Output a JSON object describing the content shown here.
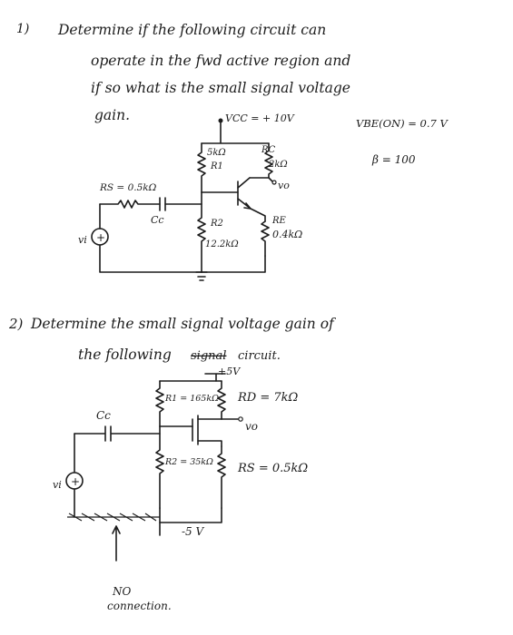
{
  "problem1": {
    "number": "1)",
    "line1": "Determine if the following circuit can",
    "line2": "operate in the fwd active region and",
    "line3": "if so what is the small signal voltage",
    "line4": "gain.",
    "vcc": "VCC = + 10V",
    "r1_value": "5kΩ",
    "r1_label": "R1",
    "rc_label": "RC",
    "rc_value": "2kΩ",
    "vo": "vo",
    "rs_label": "RS = 0.5kΩ",
    "cc": "Cc",
    "r2_label": "R2",
    "r2_value": "12.2kΩ",
    "re_label": "RE",
    "re_value": "0.4kΩ",
    "vi": "vi",
    "vbe_on": "VBE(ON) = 0.7 V",
    "beta": "β = 100"
  },
  "problem2": {
    "number": "2)",
    "line1": "Determine the small signal voltage gain of",
    "line2": "the following",
    "line2_scribble": "signal",
    "line2_end": "circuit.",
    "vplus": "+5V",
    "r1": "R1 = 165kΩ",
    "rd": "RD = 7kΩ",
    "vo": "vo",
    "cc": "Cc",
    "r2": "R2 = 35kΩ",
    "rs": "RS = 0.5kΩ",
    "vi": "vi",
    "vminus": "-5 V",
    "no1": "NO",
    "no2": "connection."
  }
}
